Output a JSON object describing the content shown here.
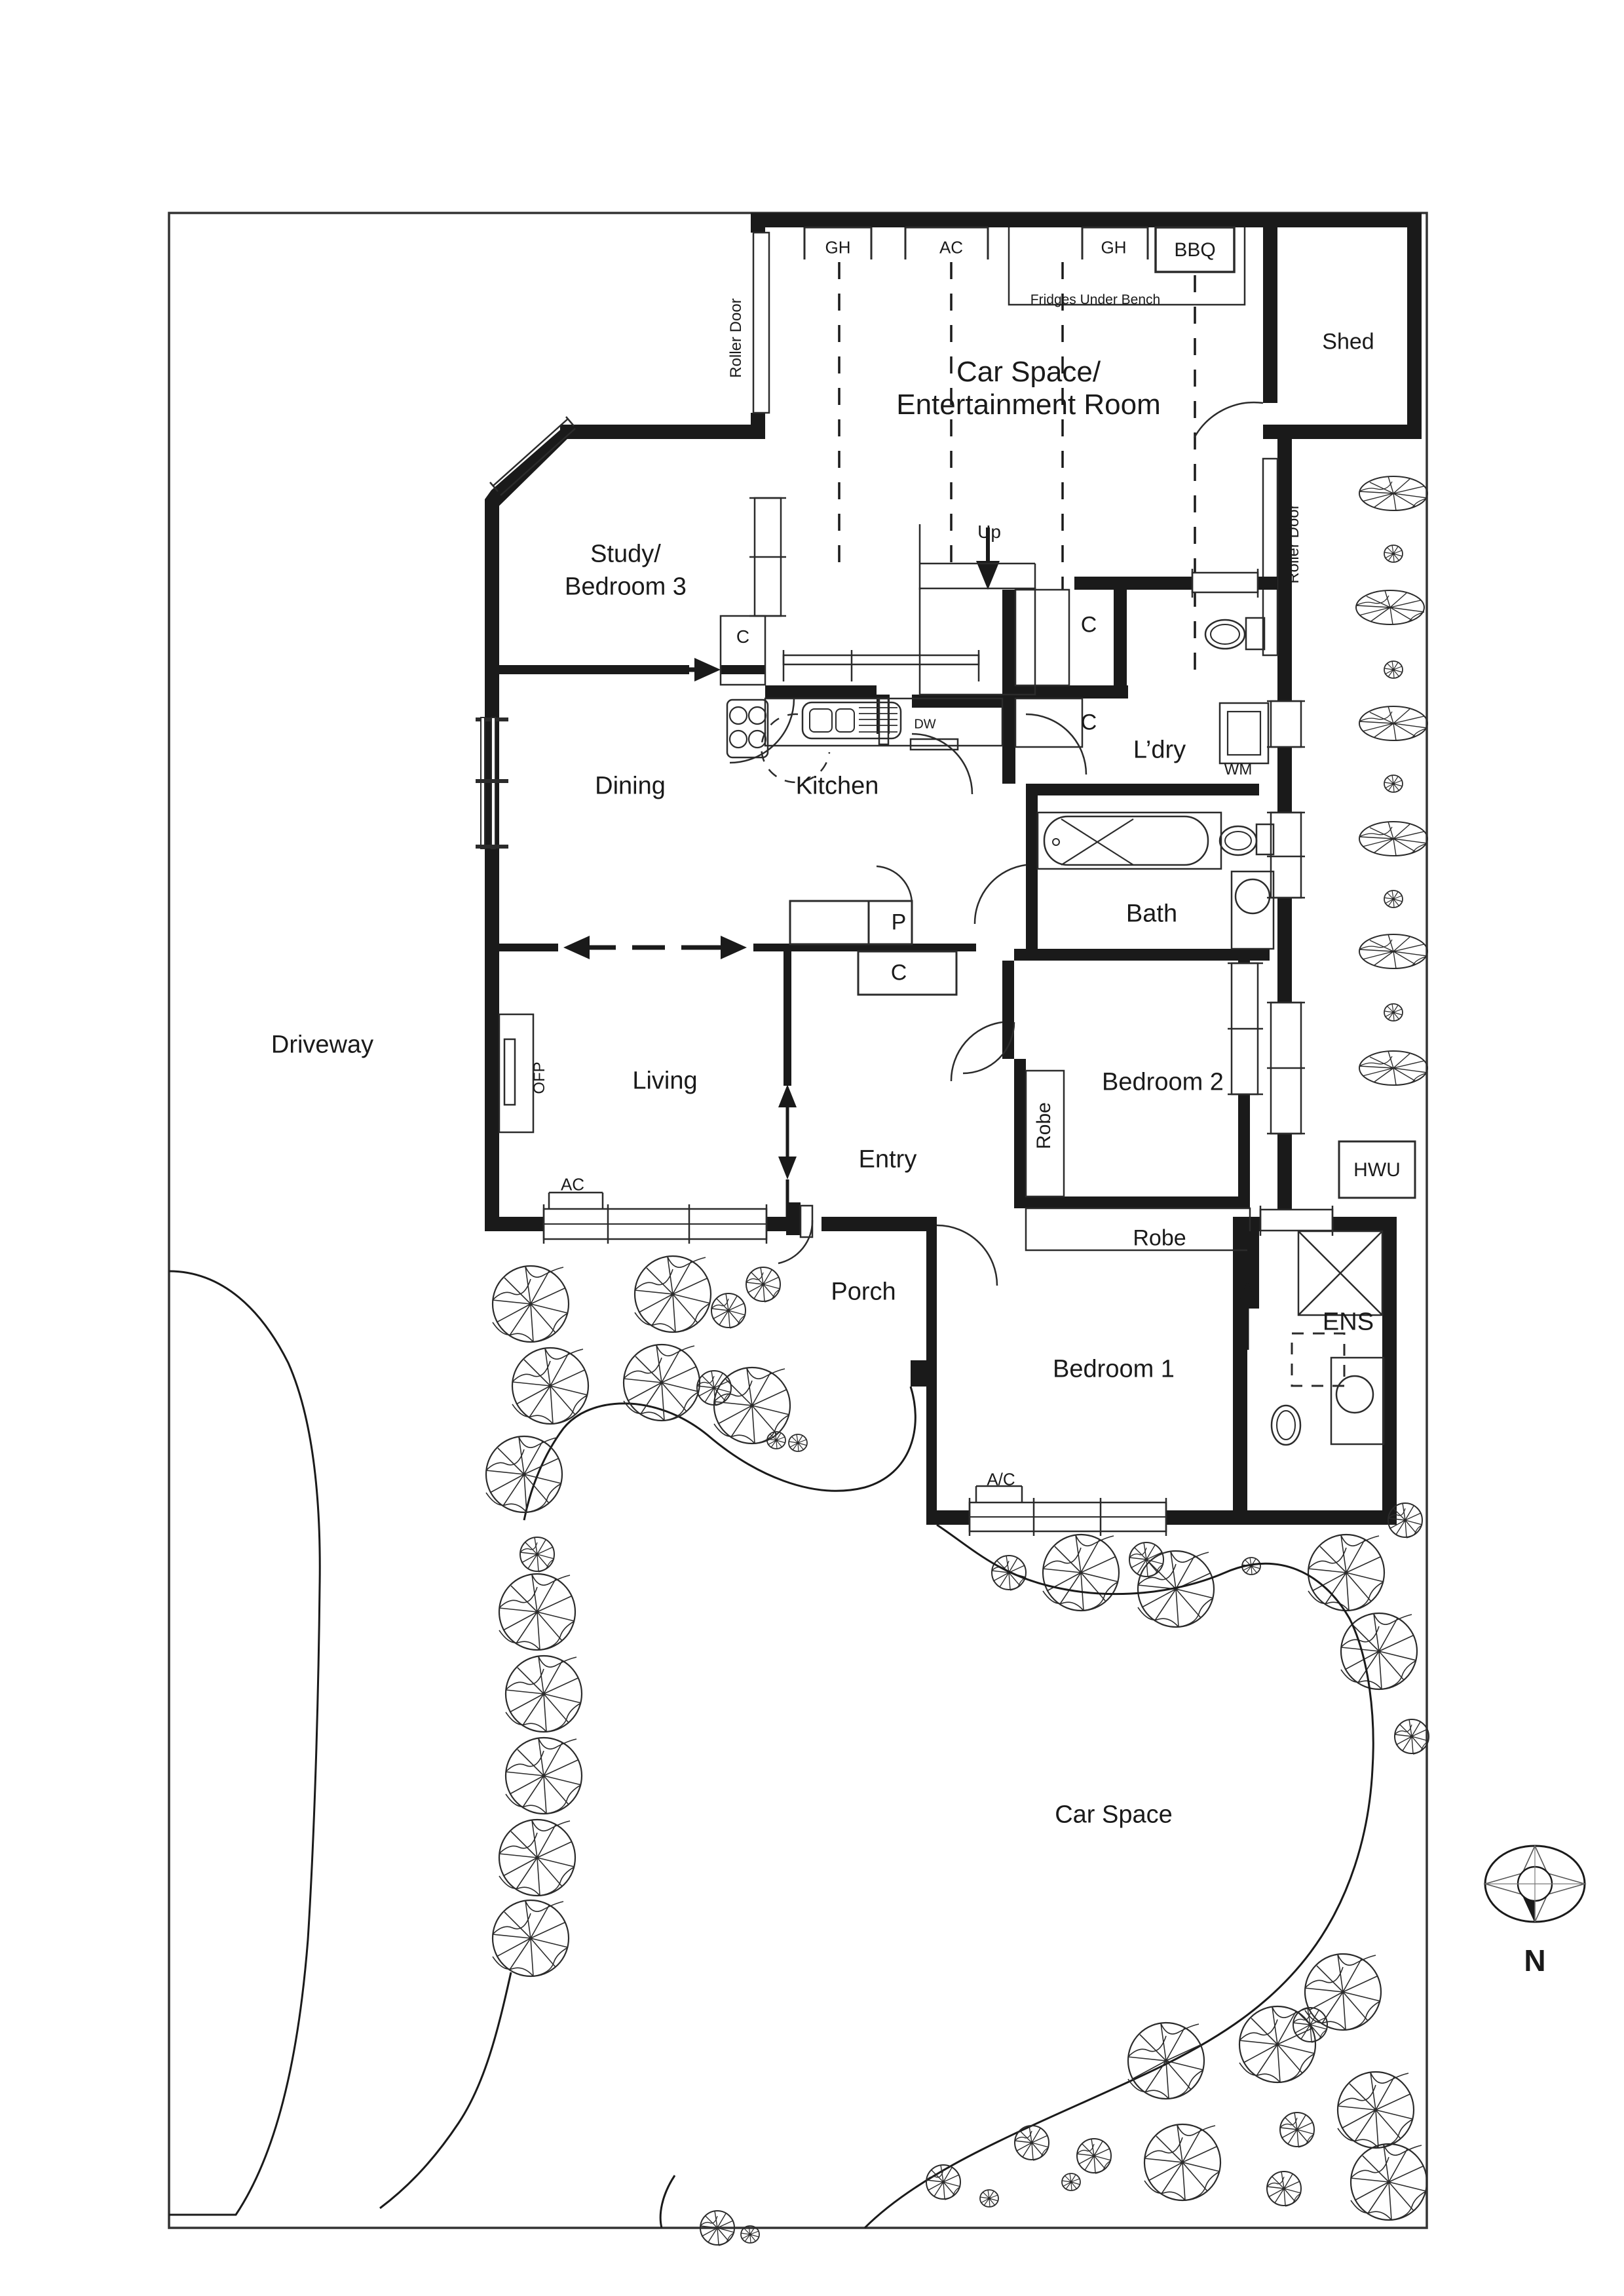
{
  "document": {
    "type": "residential-floor-plan",
    "compass": {
      "label": "N",
      "orientation": "south-down"
    }
  },
  "rooms": [
    {
      "id": "car-space-entertainment",
      "label": "Car Space/\nEntertainment Room",
      "line1": "Car Space/",
      "line2": "Entertainment Room"
    },
    {
      "id": "shed",
      "label": "Shed"
    },
    {
      "id": "study-bedroom3",
      "label": "Study/\nBedroom 3",
      "line1": "Study/",
      "line2": "Bedroom 3"
    },
    {
      "id": "dining",
      "label": "Dining"
    },
    {
      "id": "kitchen",
      "label": "Kitchen"
    },
    {
      "id": "laundry",
      "label": "L’dry"
    },
    {
      "id": "bath",
      "label": "Bath"
    },
    {
      "id": "living",
      "label": "Living"
    },
    {
      "id": "entry",
      "label": "Entry"
    },
    {
      "id": "bedroom2",
      "label": "Bedroom 2"
    },
    {
      "id": "porch",
      "label": "Porch"
    },
    {
      "id": "bedroom1",
      "label": "Bedroom 1"
    },
    {
      "id": "ensuite",
      "label": "ENS"
    },
    {
      "id": "driveway",
      "label": "Driveway"
    },
    {
      "id": "car-space-front",
      "label": "Car Space"
    }
  ],
  "annotations": {
    "roller_door_top": "Roller Door",
    "roller_door_right": "Roller Door",
    "gh_left": "GH",
    "ac_garage": "AC",
    "gh_right": "GH",
    "bbq": "BBQ",
    "fridges": "Fridges Under Bench",
    "up": "Up",
    "cupboard_kitchen": "C",
    "cupboard_hall_upper": "C",
    "cupboard_hall_lower": "C",
    "cupboard_living": "C",
    "pantry": "P",
    "dishwasher": "DW",
    "washing_machine": "WM",
    "ofp": "OFP",
    "ac_living": "AC",
    "ac_bedroom1": "A/C",
    "robe_bedroom2_side": "Robe",
    "robe_bedroom1": "Robe",
    "hwu": "HWU"
  },
  "colors": {
    "wall": "#1a1a1a",
    "line": "#2b2b2b",
    "boundary": "#333333",
    "text": "#1a1a1a",
    "background": "#ffffff"
  },
  "text_sizes": {
    "room_large": 40,
    "room_medium": 34,
    "small": 22,
    "tiny": 18
  }
}
